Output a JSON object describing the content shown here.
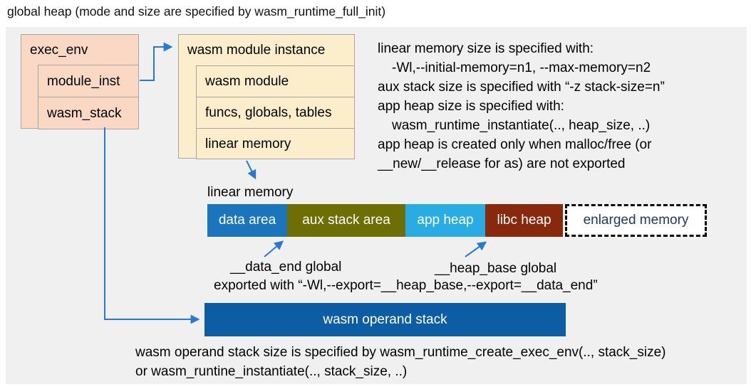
{
  "title": "global heap (mode and size are specified by wasm_runtime_full_init)",
  "exec_env": {
    "header": "exec_env",
    "rows": [
      "module_inst",
      "wasm_stack"
    ]
  },
  "module_instance": {
    "header": "wasm module instance",
    "rows": [
      "wasm module",
      "funcs, globals, tables",
      "linear memory"
    ]
  },
  "info": {
    "lines": [
      {
        "text": "linear memory size is specified with:"
      },
      {
        "text": "-Wl,--initial-memory=n1, --max-memory=n2"
      },
      {
        "text": "aux stack size is specified with “-z stack-size=n”"
      },
      {
        "text": "app heap size is specified with:"
      },
      {
        "text": "wasm_runtime_instantiate(.., heap_size, ..)"
      },
      {
        "text": "app heap is created only when malloc/free (or"
      },
      {
        "text": "__new/__release for as) are not exported"
      }
    ]
  },
  "linear_memory": {
    "label": "linear memory",
    "segments": [
      {
        "label": "data area",
        "color": "#1b75bc"
      },
      {
        "label": "aux stack area",
        "color": "#6d6e04"
      },
      {
        "label": "app heap",
        "color": "#29ace3"
      },
      {
        "label": "libc heap",
        "color": "#88280c"
      },
      {
        "label": "enlarged memory",
        "color": "#ffffff"
      }
    ],
    "data_end_label": "__data_end global",
    "heap_base_label": "__heap_base global",
    "export_note": "exported with “-Wl,--export=__heap_base,--export=__data_end”"
  },
  "operand_stack": {
    "label": "wasm operand stack",
    "note_lines": [
      "wasm operand stack size is specified by wasm_runtime_create_exec_env(.., stack_size)",
      "or wasm_runtine_instantiate(.., stack_size, ..)"
    ]
  },
  "colors": {
    "background": "#f0f0f1",
    "struct_box_pink": "#fad8c3",
    "struct_box_cream": "#fceecb",
    "operand_stack_bar": "#0d5da5",
    "enlarged_memory_text": "#1f3864",
    "arrow": "#2878d8"
  }
}
